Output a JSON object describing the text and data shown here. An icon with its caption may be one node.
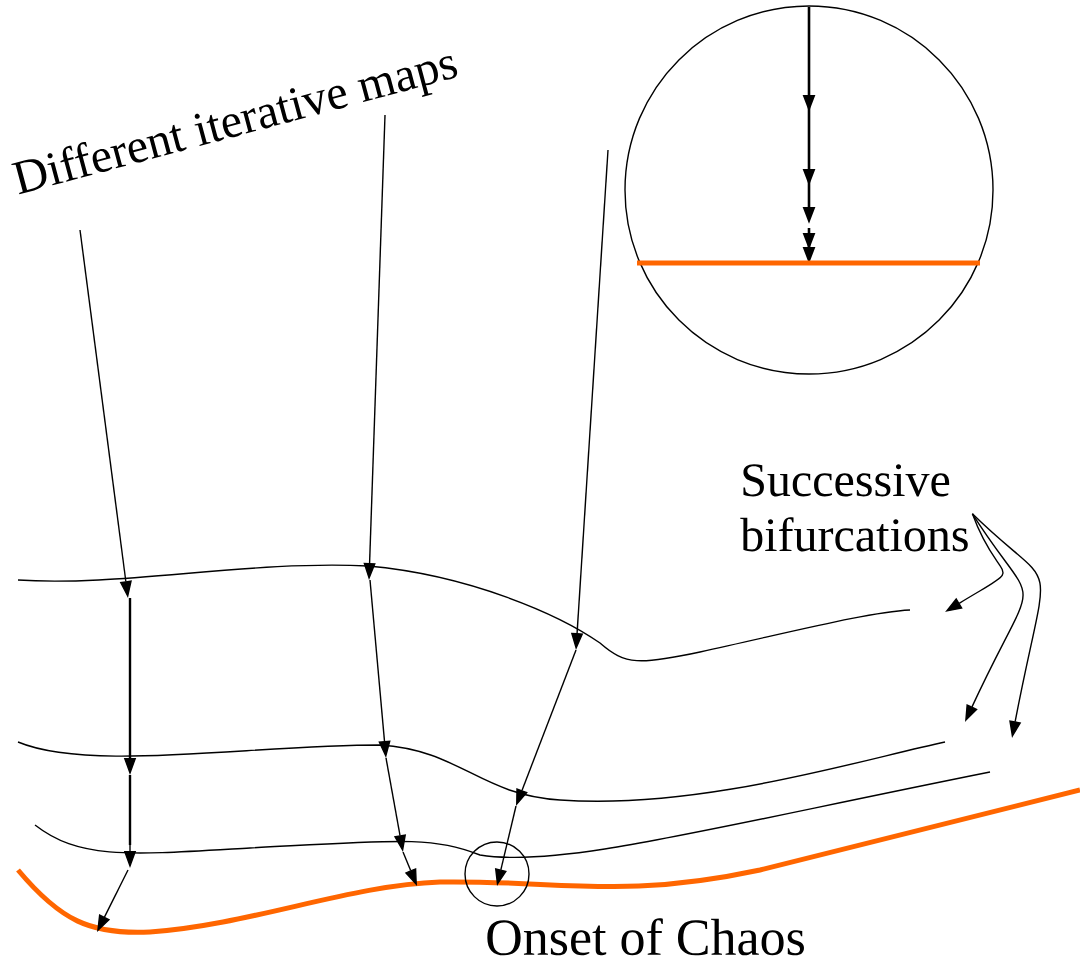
{
  "diagram": {
    "nodes": [
      {
        "text": [
          "Different iterative maps"
        ]
      },
      {
        "text": [],
        "shape": "circle"
      },
      {
        "text": [
          "Successive bifurcations"
        ]
      },
      {
        "text": [],
        "shape": "circle",
        "beside": [
          "Onset of Chaos"
        ]
      }
    ],
    "edges": [
      {
        "from": 2,
        "to": null,
        "arrow": "to"
      },
      {
        "from": 2,
        "to": null,
        "arrow": "to"
      },
      {
        "from": 2,
        "to": null,
        "arrow": "to"
      }
    ]
  }
}
